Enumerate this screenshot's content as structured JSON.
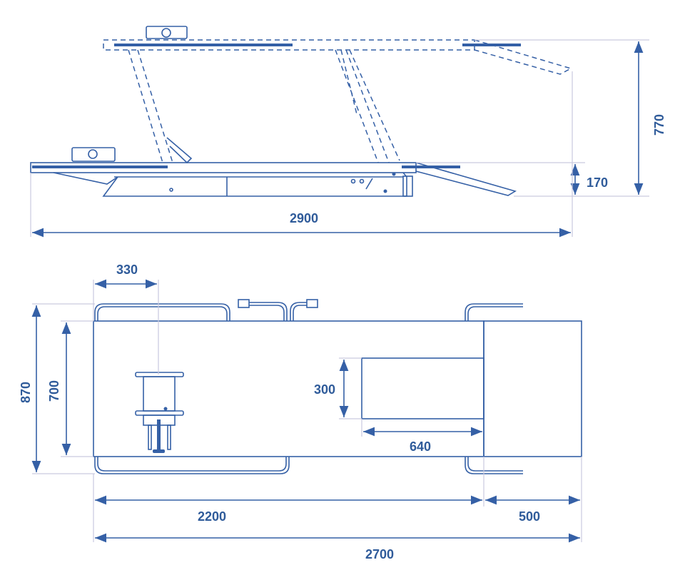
{
  "colors": {
    "line": "#3560a6",
    "dimension": "#c9c9df",
    "text": "#2f5b9a"
  },
  "side_view": {
    "dimensions": {
      "lift_height": "770",
      "platform_height": "170",
      "overall_length": "2900"
    }
  },
  "top_view": {
    "dimensions": {
      "column_offset": "330",
      "overall_width": "870",
      "platform_width": "700",
      "cutout_width": "300",
      "cutout_length": "640",
      "platform_length": "2200",
      "ramp_length": "500",
      "total_length": "2700"
    }
  }
}
